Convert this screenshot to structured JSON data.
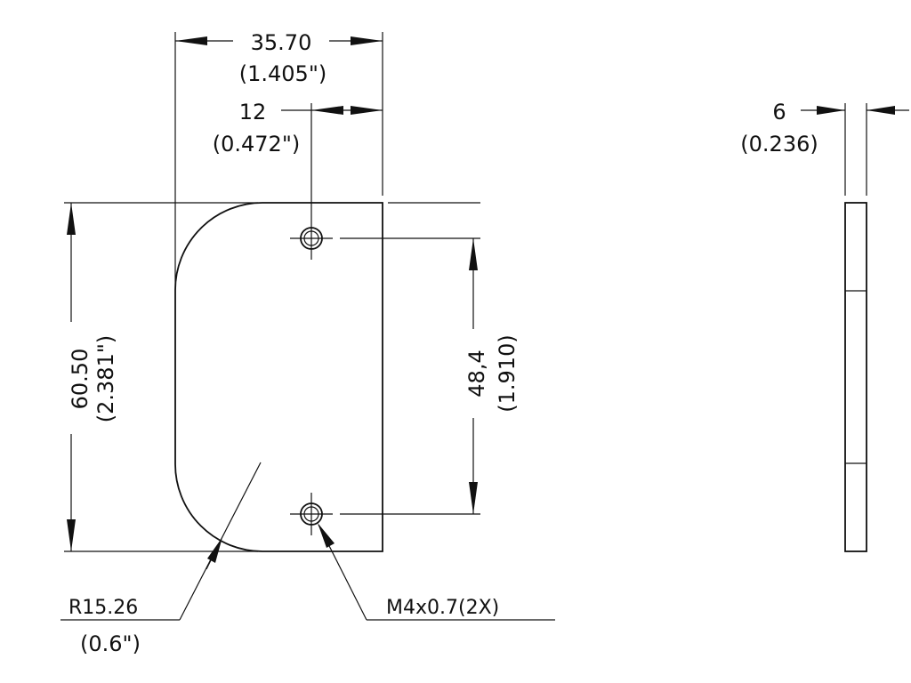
{
  "dimensions": {
    "overall_width": {
      "metric": "35.70",
      "imperial": "(1.405\")"
    },
    "hole_offset": {
      "metric": "12",
      "imperial": "(0.472\")"
    },
    "overall_height": {
      "metric": "60.50",
      "imperial": "(2.381\")"
    },
    "hole_spacing": {
      "metric": "48,4",
      "imperial": "(1.910)"
    },
    "thickness": {
      "metric": "6",
      "imperial": "(0.236)"
    }
  },
  "callouts": {
    "radius": {
      "metric": "R15.26",
      "imperial": "(0.6\")"
    },
    "thread": {
      "label": "M4x0.7(2X)"
    }
  },
  "colors": {
    "line": "#111111",
    "background": "#ffffff"
  }
}
